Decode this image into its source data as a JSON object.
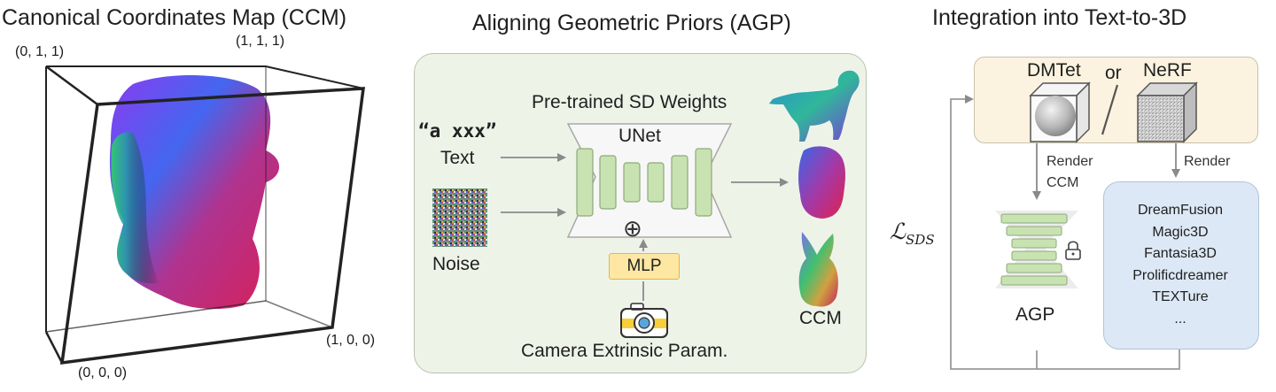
{
  "titles": {
    "ccm": "Canonical Coordinates Map (CCM)",
    "agp": "Aligning Geometric Priors (AGP)",
    "integration": "Integration into Text-to-3D"
  },
  "ccm_panel": {
    "corner_011": "(0, 1, 1)",
    "corner_111": "(1, 1, 1)",
    "corner_100": "(1, 0, 0)",
    "corner_000": "(0, 0, 0)"
  },
  "agp_panel": {
    "pretrained": "Pre-trained SD Weights",
    "prompt": "“a xxx”",
    "text_label": "Text",
    "noise_label": "Noise",
    "unet_label": "UNet",
    "plus": "⊕",
    "mlp_label": "MLP",
    "camera_label": "Camera Extrinsic Param.",
    "ccm_label": "CCM"
  },
  "integration_panel": {
    "dmtet": "DMTet",
    "or": "or",
    "nerf": "NeRF",
    "render_ccm": [
      "Render",
      "CCM"
    ],
    "render": "Render",
    "loss_symbol": "ℒ",
    "loss_sub": "SDS",
    "agp_label": "AGP",
    "methods": [
      "DreamFusion",
      "Magic3D",
      "Fantasia3D",
      "Prolificdreamer",
      "TEXTure",
      "..."
    ]
  },
  "colors": {
    "agp_panel_bg": "#eef3e8",
    "unet_block": "#c8e3b1",
    "mlp_box": "#fde7a2",
    "render_box": "#fbf3df",
    "methods_box": "#dce8f5",
    "agp_block": "#c8e3b1"
  }
}
